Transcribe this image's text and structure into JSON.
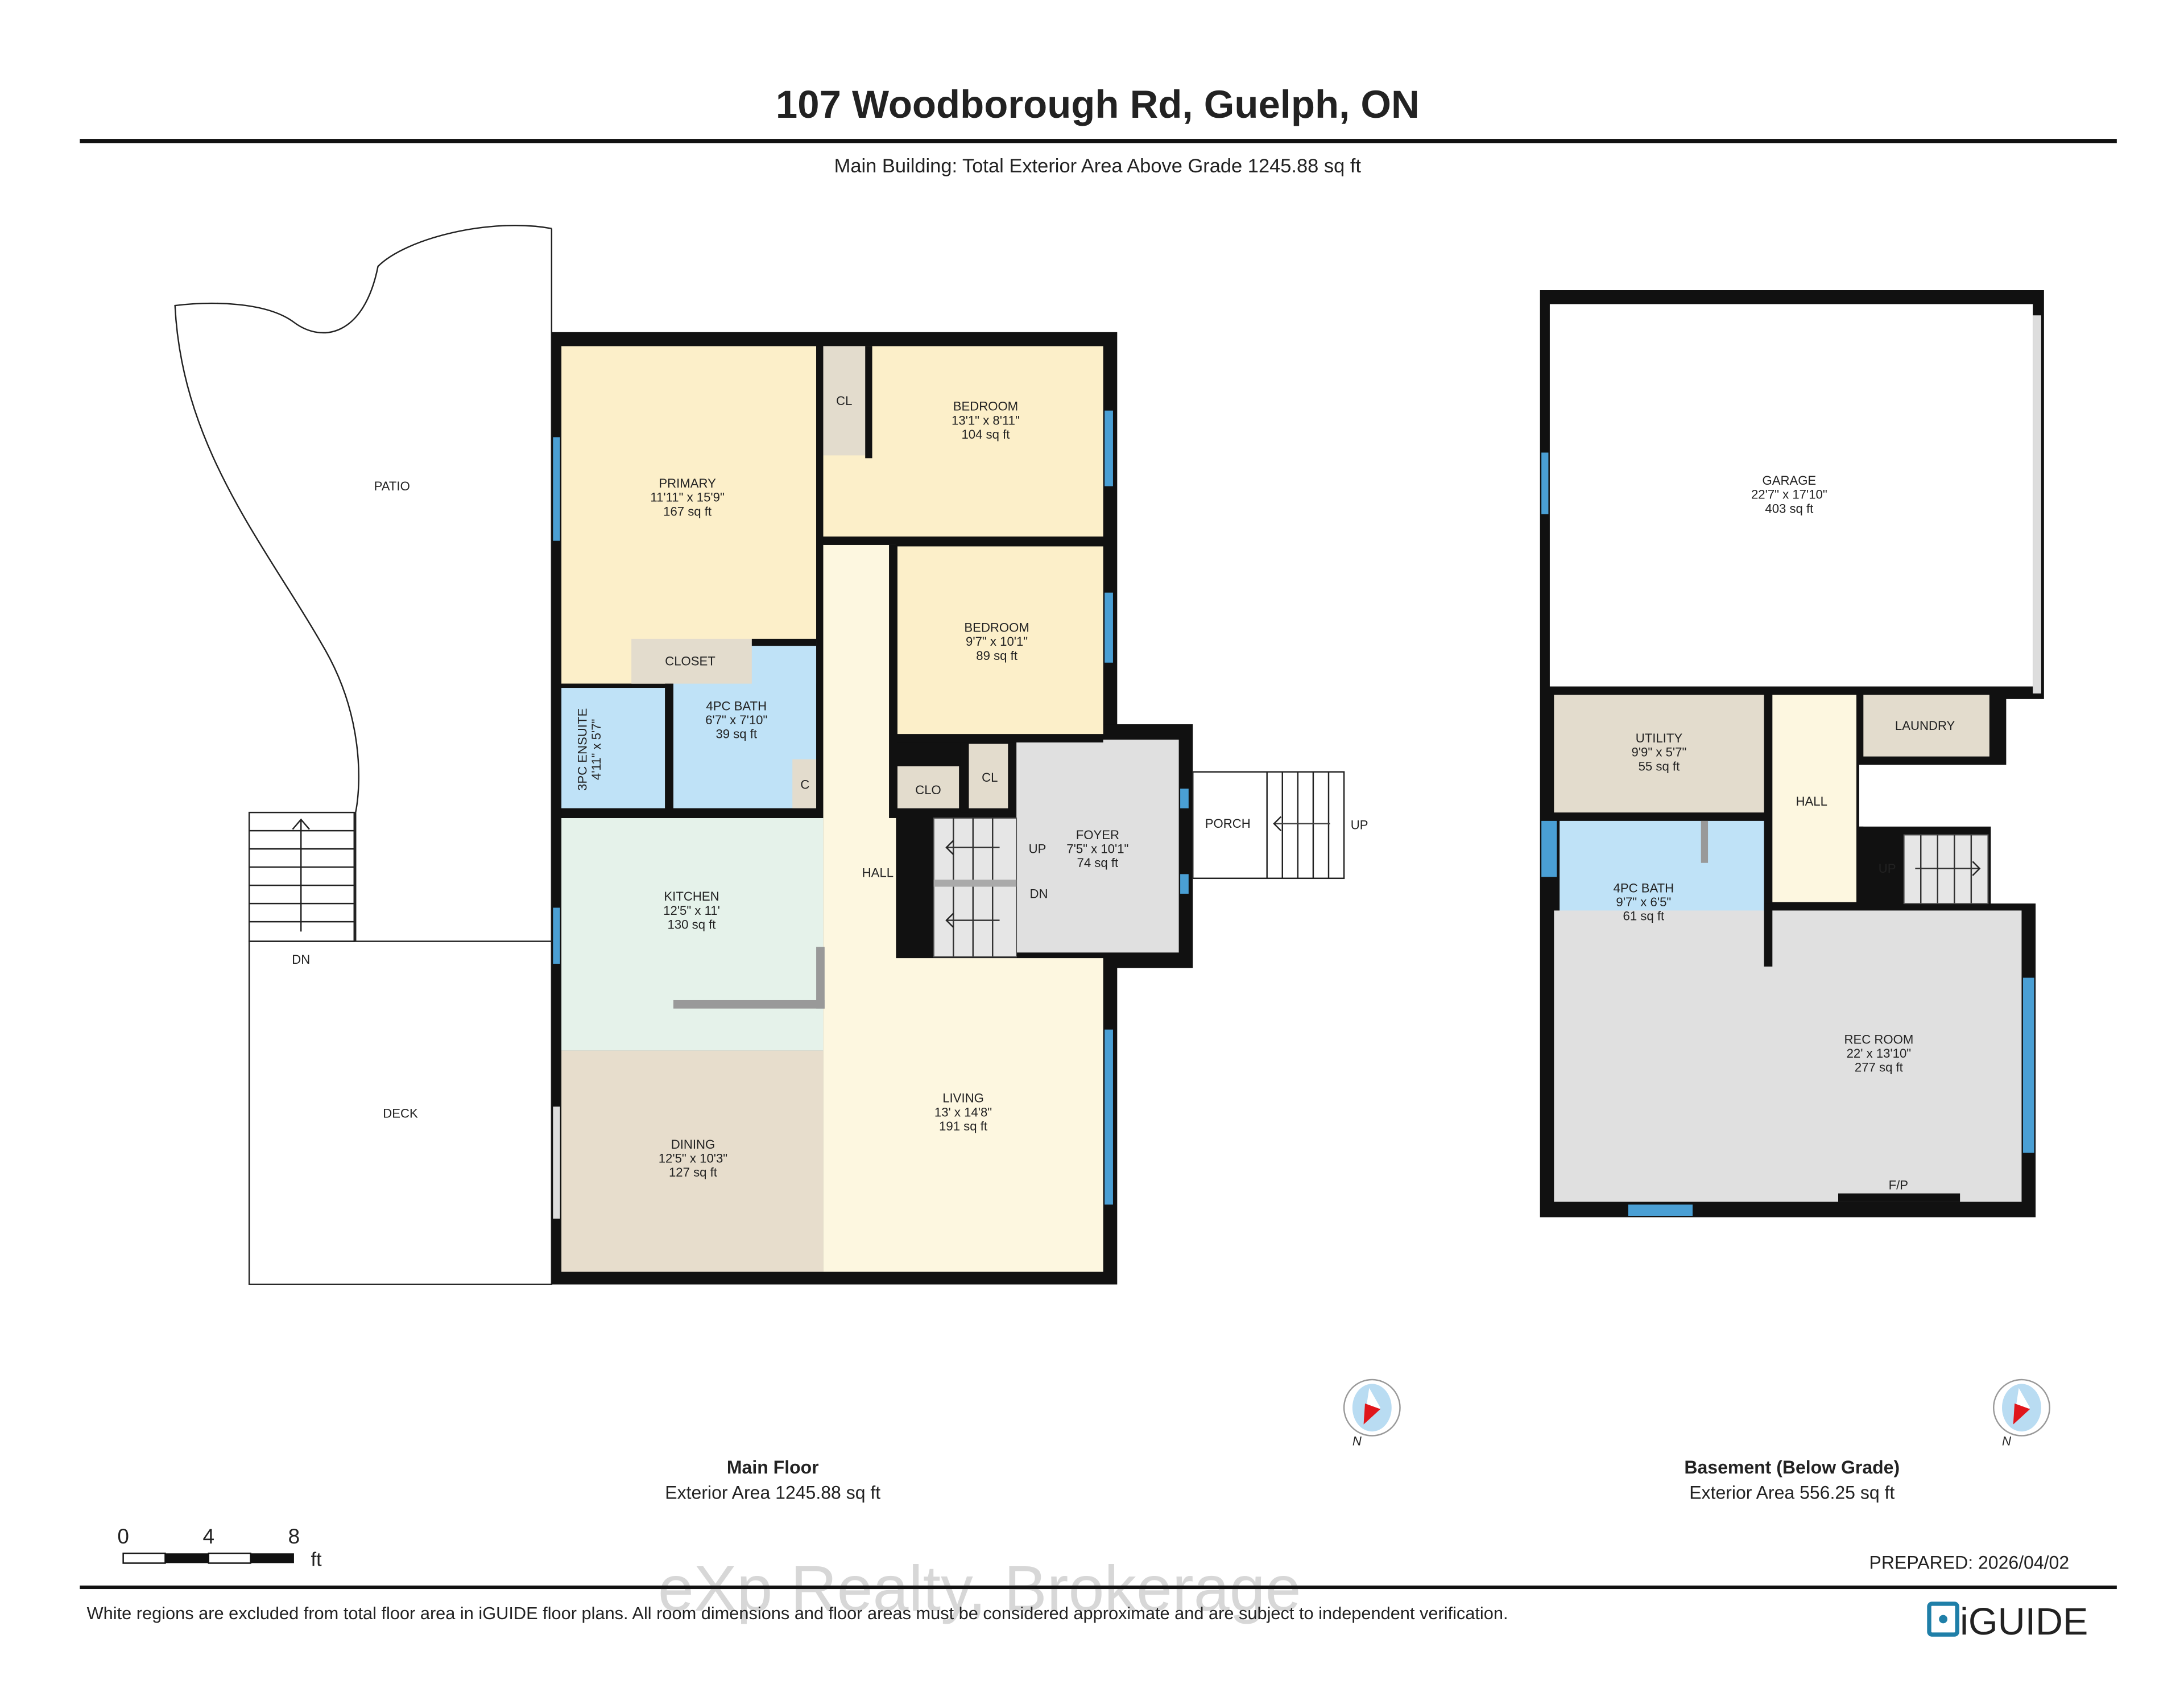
{
  "header": {
    "title": "107 Woodborough Rd, Guelph, ON",
    "subtitle": "Main Building: Total Exterior Area Above Grade 1245.88 sq ft"
  },
  "main_floor": {
    "name": "Main Floor",
    "area": "Exterior Area 1245.88 sq ft",
    "rooms": {
      "primary": {
        "name": "PRIMARY",
        "dims": "11'11\" x 15'9\"",
        "area": "167 sq ft"
      },
      "bedroom1": {
        "name": "BEDROOM",
        "dims": "13'1\" x 8'11\"",
        "area": "104 sq ft"
      },
      "bedroom2": {
        "name": "BEDROOM",
        "dims": "9'7\" x 10'1\"",
        "area": "89 sq ft"
      },
      "bath": {
        "name": "4PC BATH",
        "dims": "6'7\" x 7'10\"",
        "area": "39 sq ft"
      },
      "ensuite": {
        "name": "3PC ENSUITE",
        "dims": "4'11\" x 5'7\""
      },
      "kitchen": {
        "name": "KITCHEN",
        "dims": "12'5\" x 11'",
        "area": "130 sq ft"
      },
      "dining": {
        "name": "DINING",
        "dims": "12'5\" x 10'3\"",
        "area": "127 sq ft"
      },
      "living": {
        "name": "LIVING",
        "dims": "13' x 14'8\"",
        "area": "191 sq ft"
      },
      "foyer": {
        "name": "FOYER",
        "dims": "7'5\" x 10'1\"",
        "area": "74 sq ft"
      },
      "hall": "HALL",
      "closet": "CLOSET",
      "cl1": "CL",
      "cl2": "CL",
      "clo": "CLO",
      "c": "C",
      "porch": "PORCH",
      "patio": "PATIO",
      "deck": "DECK"
    },
    "stairs": {
      "up": "UP",
      "dn": "DN",
      "porch_up": "UP",
      "deck_dn": "DN"
    }
  },
  "basement": {
    "name": "Basement (Below Grade)",
    "area": "Exterior Area 556.25 sq ft",
    "rooms": {
      "garage": {
        "name": "GARAGE",
        "dims": "22'7\" x 17'10\"",
        "area": "403 sq ft"
      },
      "utility": {
        "name": "UTILITY",
        "dims": "9'9\" x 5'7\"",
        "area": "55 sq ft"
      },
      "laundry": "LAUNDRY",
      "hall": "HALL",
      "bath": {
        "name": "4PC BATH",
        "dims": "9'7\" x 6'5\"",
        "area": "61 sq ft"
      },
      "rec": {
        "name": "REC ROOM",
        "dims": "22' x 13'10\"",
        "area": "277 sq ft"
      },
      "fp": "F/P",
      "up": "UP"
    }
  },
  "compass": {
    "label": "N"
  },
  "scale_bar": {
    "ticks": [
      "0",
      "4",
      "8"
    ],
    "unit": "ft"
  },
  "prepared": "PREPARED: 2026/04/02",
  "footer": {
    "disclaimer": "White regions are excluded from total floor area in iGUIDE floor plans. All room dimensions and floor areas must be considered approximate and are subject to independent verification.",
    "logo": "iGUIDE",
    "watermark": "eXp Realty, Brokerage"
  },
  "colors": {
    "bedroom": "#fcefc9",
    "hall": "#fdf7e0",
    "bath": "#bfe2f7",
    "kitchen": "#e5f2ea",
    "dining": "#e7ddcc",
    "closet": "#e3dccd",
    "foyer": "#e0e0e0",
    "window": "#4a9fd4",
    "logo": "#1f7fa8"
  }
}
